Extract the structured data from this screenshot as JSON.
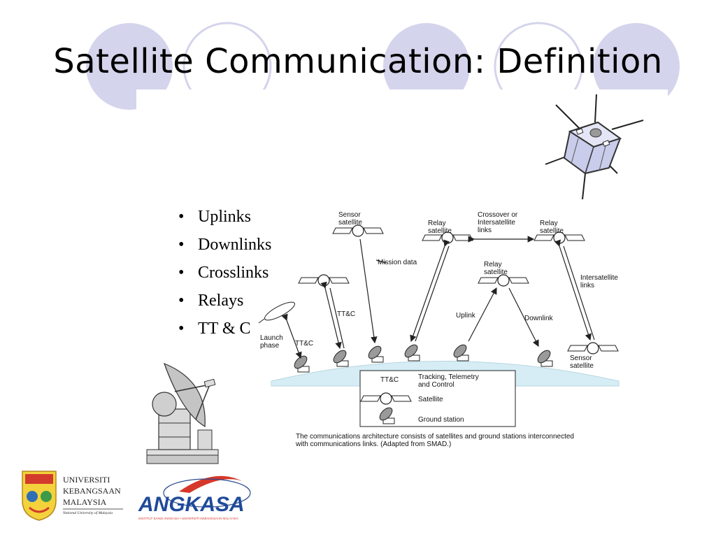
{
  "slide": {
    "title": "Satellite Communication: Definition",
    "bullets": [
      "Uplinks",
      "Downlinks",
      "Crosslinks",
      "Relays",
      "TT & C"
    ],
    "bullet_glyph": "•",
    "accent_color": "#d4d4ec"
  },
  "diagram": {
    "labels": {
      "sensor_satellite_top": [
        "Sensor",
        "satellite"
      ],
      "relay_satellite_left": [
        "Relay",
        "satellite"
      ],
      "crossover": [
        "Crossover or",
        "Intersatellite",
        "links"
      ],
      "relay_satellite_right": [
        "Relay",
        "satellite"
      ],
      "mission_data": "Mission data",
      "relay_satellite_mid": [
        "Relay",
        "satellite"
      ],
      "intersatellite_links": [
        "Intersatellite",
        "links"
      ],
      "ttc_mid": "TT&C",
      "uplink": "Uplink",
      "downlink": "Downlink",
      "launch_phase": [
        "Launch",
        "phase"
      ],
      "ttc_left": "TT&C",
      "sensor_satellite_bottom": [
        "Sensor",
        "satellite"
      ]
    },
    "legend": {
      "ttc_key": "TT&C",
      "ttc_desc": [
        "Tracking, Telemetry",
        "and Control"
      ],
      "satellite": "Satellite",
      "ground_station": "Ground station"
    },
    "caption": [
      "The communications architecture consists of satellites and ground stations interconnected",
      "with communications links. (Adapted from SMAD.)"
    ]
  },
  "logos": {
    "ukm": [
      "UNIVERSITI",
      "KEBANGSAAN",
      "MALAYSIA"
    ],
    "ukm_tagline": "National University of Malaysia",
    "angkasa": "ANGKASA",
    "angkasa_tagline": "INSTITUT SAINS ANGKASA • UNIVERSITI KEBANGSAAN MALAYSIA"
  }
}
